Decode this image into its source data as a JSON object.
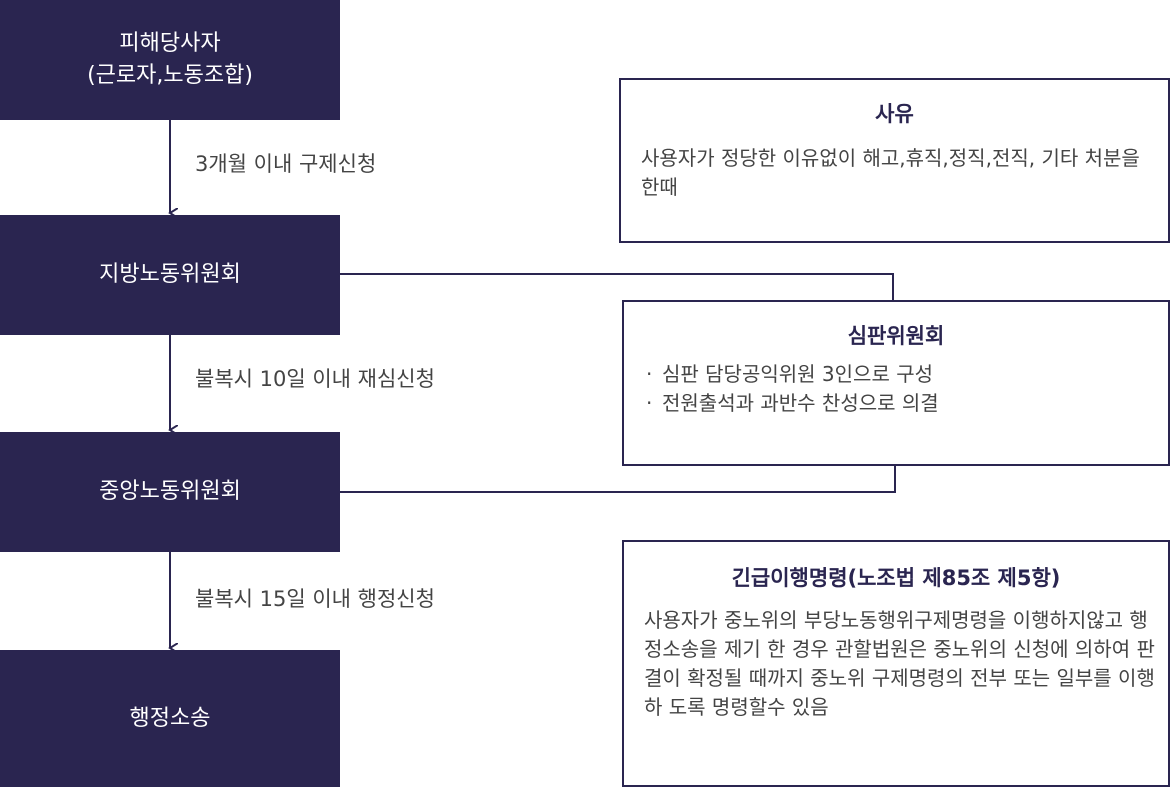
{
  "nodes": {
    "complainant_line1": "피해당사자",
    "complainant_line2": "(근로자,노동조합)",
    "local_commission": "지방노동위원회",
    "central_commission": "중앙노동위원회",
    "administrative_suit": "행정소송"
  },
  "edges": {
    "step1": "3개월 이내 구제신청",
    "step2": "불복시 10일 이내 재심신청",
    "step3": "불복시 15일 이내 행정신청"
  },
  "reason_box": {
    "title": "사유",
    "text": "사용자가 정당한 이유없이 해고,휴직,정직,전직, 기타 처분을 한때"
  },
  "panel_box": {
    "title": "심판위원회",
    "items": [
      "심판 담당공익위원 3인으로 구성",
      "전원출석과 과반수 찬성으로 의결"
    ],
    "bullet": "·"
  },
  "order_box": {
    "title": "긴급이행명령(노조법 제85조 제5항)",
    "text": "사용자가 중노위의 부당노동행위구제명령을 이행하지않고 행정소송을 제기 한 경우 관할법원은 중노위의 신청에 의하여 판결이 확정될 때까지 중노위 구제명령의 전부 또는 일부를 이행하 도록 명령할수 있음"
  },
  "colors": {
    "node_fill": "#2a2550",
    "line": "#2a2550",
    "text": "#444444"
  }
}
